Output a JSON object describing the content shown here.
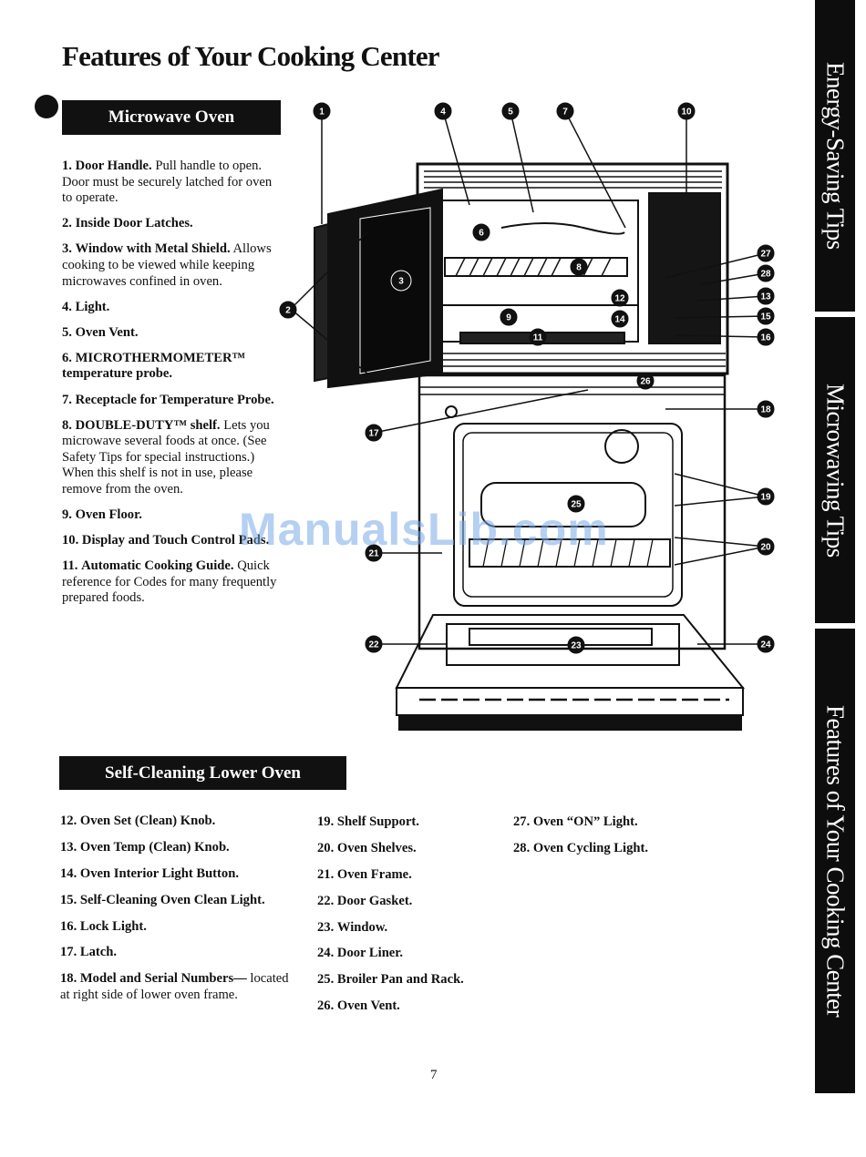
{
  "page_title": "Features of Your Cooking Center",
  "microwave_section": {
    "heading": "Microwave Oven",
    "items": [
      {
        "num": "1.",
        "name": "Door Handle.",
        "desc": "Pull handle to open. Door must be securely latched for oven to operate."
      },
      {
        "num": "2.",
        "name": "Inside Door Latches.",
        "desc": ""
      },
      {
        "num": "3.",
        "name": "Window with Metal Shield.",
        "desc": "Allows cooking to be viewed while keeping microwaves confined in oven."
      },
      {
        "num": "4.",
        "name": "Light.",
        "desc": ""
      },
      {
        "num": "5.",
        "name": "Oven Vent.",
        "desc": ""
      },
      {
        "num": "6.",
        "name": "MICROTHERMOMETER™ temperature probe.",
        "desc": ""
      },
      {
        "num": "7.",
        "name": "Receptacle for Temperature Probe.",
        "desc": ""
      },
      {
        "num": "8.",
        "name": "DOUBLE-DUTY™ shelf.",
        "desc": "Lets you microwave several foods at once. (See Safety Tips for special instructions.) When this shelf is not in use, please remove from the oven."
      },
      {
        "num": "9.",
        "name": "Oven Floor.",
        "desc": ""
      },
      {
        "num": "10.",
        "name": "Display and Touch Control Pads.",
        "desc": ""
      },
      {
        "num": "11.",
        "name": "Automatic Cooking Guide.",
        "desc": "Quick reference for Codes for many frequently prepared foods."
      }
    ]
  },
  "self_cleaning_section": {
    "heading": "Self-Cleaning Lower Oven",
    "columns": [
      [
        {
          "num": "12.",
          "name": "Oven Set (Clean) Knob.",
          "desc": ""
        },
        {
          "num": "13.",
          "name": "Oven Temp (Clean) Knob.",
          "desc": ""
        },
        {
          "num": "14.",
          "name": "Oven Interior Light Button.",
          "desc": ""
        },
        {
          "num": "15.",
          "name": "Self-Cleaning Oven Clean Light.",
          "desc": ""
        },
        {
          "num": "16.",
          "name": "Lock Light.",
          "desc": ""
        },
        {
          "num": "17.",
          "name": "Latch.",
          "desc": ""
        },
        {
          "num": "18.",
          "name": "Model and Serial Numbers—",
          "desc": "located at right side of lower oven frame."
        }
      ],
      [
        {
          "num": "19.",
          "name": "Shelf Support.",
          "desc": ""
        },
        {
          "num": "20.",
          "name": "Oven Shelves.",
          "desc": ""
        },
        {
          "num": "21.",
          "name": "Oven Frame.",
          "desc": ""
        },
        {
          "num": "22.",
          "name": "Door Gasket.",
          "desc": ""
        },
        {
          "num": "23.",
          "name": "Window.",
          "desc": ""
        },
        {
          "num": "24.",
          "name": "Door Liner.",
          "desc": ""
        },
        {
          "num": "25.",
          "name": "Broiler Pan and Rack.",
          "desc": ""
        },
        {
          "num": "26.",
          "name": "Oven Vent.",
          "desc": ""
        }
      ],
      [
        {
          "num": "27.",
          "name": "Oven “ON” Light.",
          "desc": ""
        },
        {
          "num": "28.",
          "name": "Oven Cycling Light.",
          "desc": ""
        }
      ]
    ]
  },
  "diagram": {
    "callouts": [
      "1",
      "2",
      "3",
      "4",
      "5",
      "6",
      "7",
      "8",
      "9",
      "10",
      "11",
      "12",
      "13",
      "14",
      "15",
      "16",
      "17",
      "18",
      "19",
      "20",
      "21",
      "22",
      "23",
      "24",
      "25",
      "26",
      "27",
      "28"
    ]
  },
  "side_tabs": [
    "Energy-Saving Tips",
    "Microwaving Tips",
    "Features of Your Cooking Center"
  ],
  "page_number": "7",
  "watermark": "ManualsLib.com"
}
